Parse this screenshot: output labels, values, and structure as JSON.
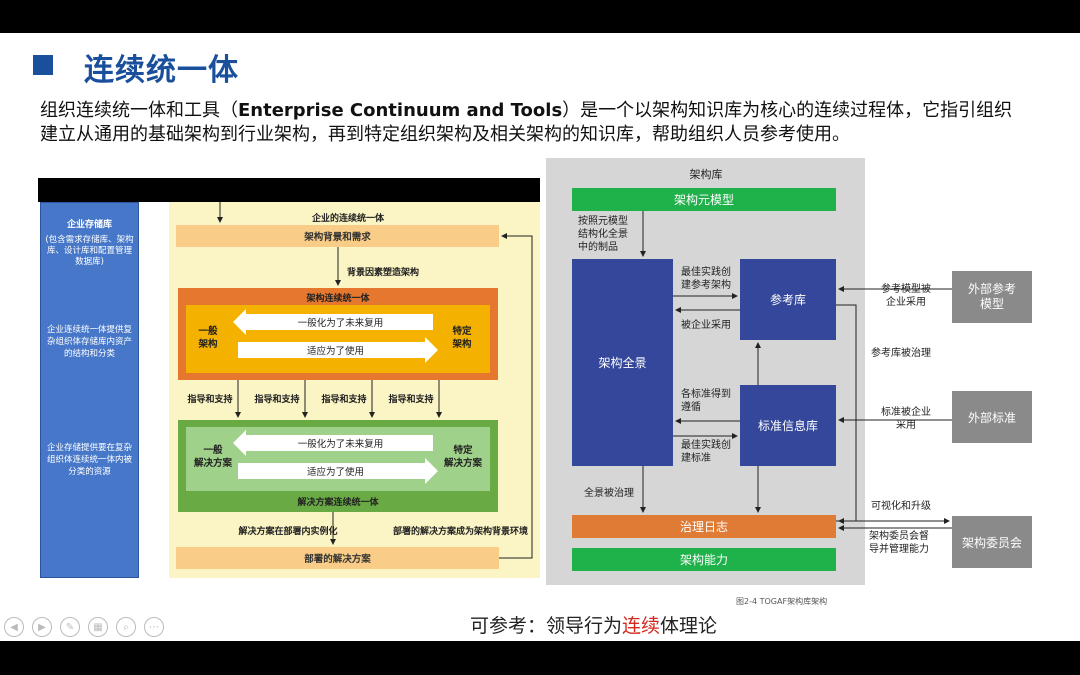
{
  "slide": {
    "title": "连续统一体",
    "intro": {
      "lead": "组织连续统一体和工具（",
      "bold": "Enterprise Continuum and Tools",
      "rest": "）是一个以架构知识库为核心的连续过程体，它指引组织建立从通用的基础架构到行业架构，再到特定组织架构及相关架构的知识库，帮助组织人员参考使用。"
    },
    "footer": {
      "prefix": "可参考：领导行为",
      "highlight": "连续",
      "suffix": "体理论"
    }
  },
  "left_diagram": {
    "sidebar": {
      "repo_title": "企业存储库",
      "repo_desc": "(包含需求存储库、架构库、设计库和配置管理数据库)",
      "text2": "企业连续统一体提供复杂组织体存储库内资产的结构和分类",
      "text3": "企业存储提供要在复杂组织体连续统一体内被分类的资源"
    },
    "top_label": "企业的连续统一体",
    "context_box": "架构背景和需求",
    "drive_label": "背景因素塑造架构",
    "arch_continuum": {
      "title": "架构连续统一体",
      "left": "一般\n架构",
      "right": "特定\n架构",
      "arrow_left": "一般化为了未来复用",
      "arrow_right": "适应为了使用"
    },
    "guide_labels": [
      "指导和支持",
      "指导和支持",
      "指导和支持",
      "指导和支持"
    ],
    "sol_continuum": {
      "title": "解决方案连续统一体",
      "left": "一般\n解决方案",
      "right": "特定\n解决方案",
      "arrow_left": "一般化为了未来复用",
      "arrow_right": "适应为了使用"
    },
    "instance_label": "解决方案在部署内实例化",
    "deploy_ctx_label": "部署的解决方案成为架构背景环境",
    "deployed_box": "部署的解决方案"
  },
  "right_diagram": {
    "repo_title": "架构库",
    "meta_model": "架构元模型",
    "note_meta": "按照元模型\n结构化全景\n中的制品",
    "landscape": "架构全景",
    "ref_lib": "参考库",
    "std_lib": "标准信息库",
    "gov_log": "治理日志",
    "capability": "架构能力",
    "note_best_ref": "最佳实践创\n建参考架构",
    "note_adopted": "被企业采用",
    "note_std_follow": "各标准得到\n遵循",
    "note_best_std": "最佳实践创\n建标准",
    "note_land_gov": "全景被治理",
    "note_ref_adopt": "参考模型被\n企业采用",
    "note_ref_gov": "参考库被治理",
    "note_std_adopt": "标准被企业\n采用",
    "note_visual": "可视化和升级",
    "note_board": "架构委员会督\n导并管理能力",
    "ext_ref": "外部参考\n模型",
    "ext_std": "外部标准",
    "board": "架构委员会",
    "caption": "图2-4  TOGAF架构库架构"
  },
  "colors": {
    "title_blue": "#1a4f9c",
    "navy": "#34479a",
    "orange": "#e07b36",
    "green_bright": "#1fb14a",
    "green_dark": "#6aaa45",
    "gold": "#f4b100",
    "light_yellow": "#fbf4c4",
    "gray_box": "#8a8a8a"
  }
}
